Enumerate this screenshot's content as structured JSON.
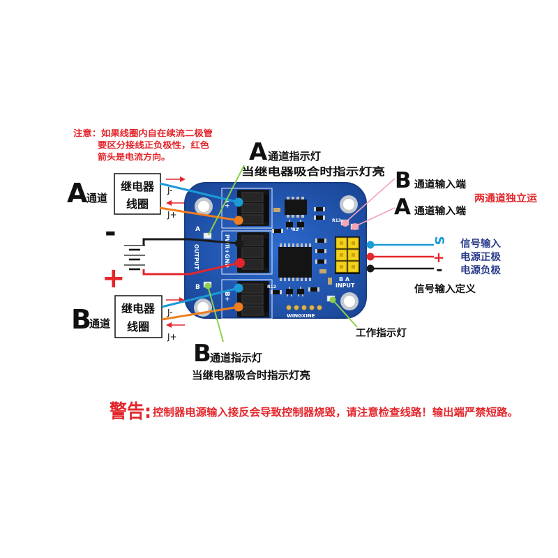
{
  "colors": {
    "board": "#1e56b5",
    "wire_blue": "#1b9ad6",
    "wire_orange": "#f07d1e",
    "wire_red": "#e3262b",
    "wire_black": "#1a1a1a",
    "callout_green": "#8dcf4a",
    "callout_pink": "#f5a3b5",
    "header_yellow": "#f2d21a",
    "label_navy": "#2b3c8c",
    "warning_red": "#e3262b"
  },
  "note": {
    "lines": [
      "注意：如果线圈内自在续流二极管",
      "要区分接线正负极性，红色",
      "箭头是电流方向。"
    ]
  },
  "channel_a": {
    "letter": "A",
    "suffix": "通道",
    "coil_line1": "继电器",
    "coil_line2": "线圈",
    "pin_minus": "J-",
    "pin_plus": "J+"
  },
  "channel_b": {
    "letter": "B",
    "suffix": "通道",
    "coil_line1": "继电器",
    "coil_line2": "线圈",
    "pin_minus": "J-",
    "pin_plus": "J+"
  },
  "power": {
    "minus_sign": "-",
    "plus_sign": "+"
  },
  "callouts": {
    "a_indicator": {
      "letter": "A",
      "title": "通道指示灯",
      "description": "当继电器吸合时指示灯亮"
    },
    "b_indicator": {
      "letter": "B",
      "title": "通道指示灯",
      "description": "当继电器吸合时指示灯亮"
    },
    "b_input": {
      "letter": "B",
      "title": "通道输入端"
    },
    "a_input": {
      "letter": "A",
      "title": "通道输入端"
    },
    "independent": "两通道独立运",
    "work_indicator": "工作指示灯"
  },
  "signal_definition": {
    "rows": [
      {
        "symbol": "S",
        "label": "信号输入",
        "wire_color": "#1b9ad6"
      },
      {
        "symbol": "+",
        "label": "电源正极",
        "wire_color": "#e3262b"
      },
      {
        "symbol": "-",
        "label": "电源负极",
        "wire_color": "#1a1a1a"
      }
    ],
    "title": "信号输入定义"
  },
  "board": {
    "silkscreen": {
      "out_a": "A",
      "output": "OUTPUT",
      "out_b": "B",
      "conn_a": "A+",
      "conn_pwr": "PWR+",
      "conn_gnd": "GND",
      "conn_b": "B+",
      "input_pins": "B A",
      "input": "INPUT",
      "brand": "WINGXINE",
      "r13": "R13",
      "r2": "R2",
      "r12": "R12"
    }
  },
  "warning": {
    "head": "警告:",
    "text": "控制器电源输入接反会导致控制器烧毁，请注意检查线路！输出端严禁短路。"
  }
}
